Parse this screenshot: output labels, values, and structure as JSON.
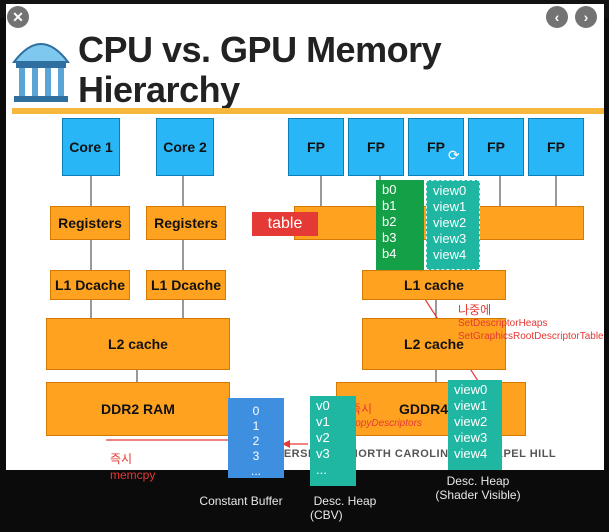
{
  "viewer": {
    "close_glyph": "✕",
    "prev_glyph": "‹",
    "next_glyph": "›"
  },
  "slide": {
    "title_line1": "CPU vs. GPU Memory",
    "title_line2": "Hierarchy",
    "footer_text": "VERSITY OF NORTH CAROLINA AT CHAPEL HILL",
    "cpu": {
      "core1": "Core 1",
      "core2": "Core 2",
      "registers": "Registers",
      "l1": "L1 Dcache",
      "l2": "L2 cache",
      "ram": "DDR2 RAM"
    },
    "gpu": {
      "fp": "FP",
      "l1": "L1 cache",
      "l2": "L2 cache",
      "ram": "GDDR4"
    }
  },
  "overlay": {
    "table_label": "table",
    "b_registers": [
      "b0",
      "b1",
      "b2",
      "b3",
      "b4"
    ],
    "views_top": [
      "view0",
      "view1",
      "view2",
      "view3",
      "view4"
    ],
    "views_bottom": [
      "view0",
      "view1",
      "view2",
      "view3",
      "view4"
    ],
    "cbv": [
      "v0",
      "v1",
      "v2",
      "v3",
      "..."
    ],
    "constant_buffer": [
      "0",
      "1",
      "2",
      "3",
      "..."
    ],
    "note_later": "나중에",
    "note_set_heaps": "SetDescriptorHeaps",
    "note_set_root": "SetGraphicsRootDescriptorTable",
    "note_immediate1": "즉시",
    "note_copy": "CopyDescriptors",
    "note_immediate2": "즉시",
    "note_memcpy": "memcpy"
  },
  "captions": {
    "constant_buffer": "Constant Buffer",
    "desc_heap_cbv_1": "Desc. Heap",
    "desc_heap_cbv_2": "(CBV)",
    "desc_heap_sv_1": "Desc. Heap",
    "desc_heap_sv_2": "(Shader Visible)"
  },
  "colors": {
    "orange": "#ffa21f",
    "blue": "#29b6f6",
    "green": "#14a046",
    "teal": "#1fb7a2",
    "red": "#e53935"
  }
}
